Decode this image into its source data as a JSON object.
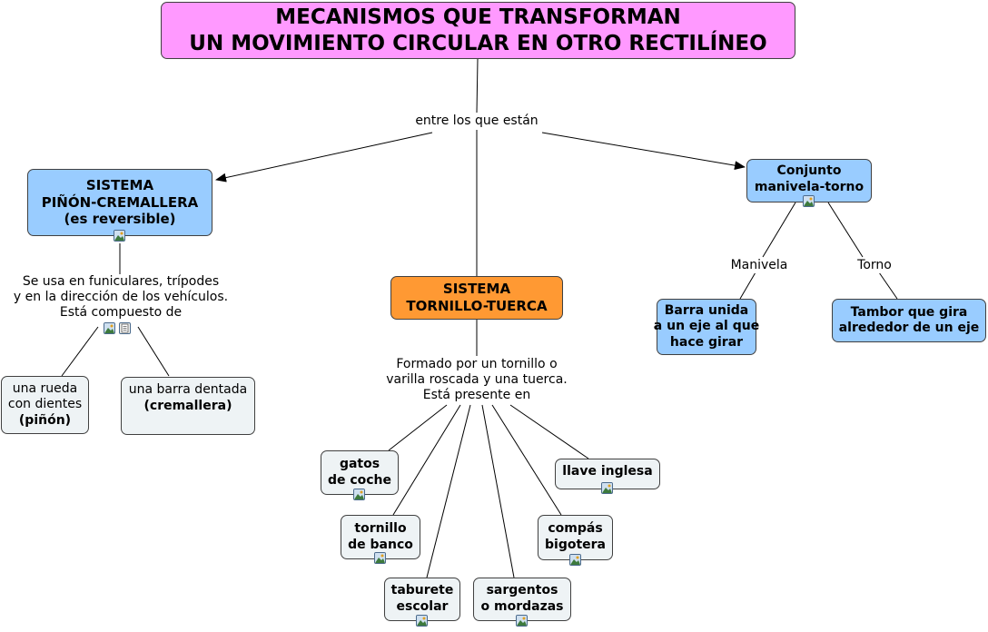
{
  "title": {
    "line1": "MECANISMOS QUE TRANSFORMAN",
    "line2": "UN MOVIMIENTO CIRCULAR EN OTRO RECTILÍNEO"
  },
  "link_main": "entre los que están",
  "pinon": {
    "line1": "SISTEMA",
    "line2": "PIÑÓN-CREMALLERA",
    "line3": "(es reversible)",
    "link": {
      "line1": "Se usa en funiculares, trípodes",
      "line2": "y en la dirección de los vehículos.",
      "line3": "Está compuesto de"
    },
    "rueda": {
      "line1": "una rueda",
      "line2": "con dientes",
      "line3": "(piñón)"
    },
    "barra": {
      "line1": "una barra dentada",
      "line2": "(cremallera)"
    }
  },
  "tornillo": {
    "line1": "SISTEMA",
    "line2": "TORNILLO-TUERCA",
    "link": {
      "line1": "Formado por un tornillo o",
      "line2": "varilla roscada y una tuerca.",
      "line3": "Está presente en"
    },
    "items": {
      "gatos": {
        "line1": "gatos",
        "line2": "de coche"
      },
      "banco": {
        "line1": "tornillo",
        "line2": "de banco"
      },
      "taburete": {
        "line1": "taburete",
        "line2": "escolar"
      },
      "sargentos": {
        "line1": "sargentos",
        "line2": "o mordazas"
      },
      "compas": {
        "line1": "compás",
        "line2": "bigotera"
      },
      "llave": {
        "line1": "llave inglesa"
      }
    }
  },
  "manivela": {
    "line1": "Conjunto",
    "line2": "manivela-torno",
    "link_manivela": "Manivela",
    "link_torno": "Torno",
    "barra_unida": {
      "line1": "Barra unida",
      "line2": "a un eje al que",
      "line3": "hace girar"
    },
    "tambor": {
      "line1": "Tambor que gira",
      "line2": "alrededor de un eje"
    }
  },
  "icons": {
    "image": "image-attachment-icon",
    "document": "document-attachment-icon"
  },
  "colors": {
    "title": "#ff99ff",
    "blue_node": "#99ccff",
    "orange_node": "#ff9933",
    "pale_node": "#eef3f5",
    "lines": "#000000"
  }
}
